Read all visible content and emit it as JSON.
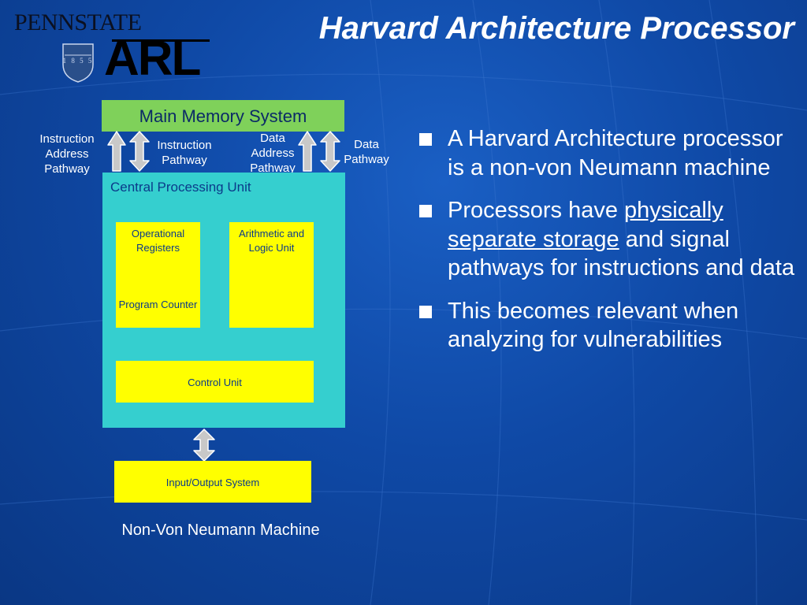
{
  "header": {
    "title": "Harvard Architecture Processor",
    "logo": {
      "word_penn": "PENN",
      "word_state": "STATE",
      "shield_year": "1 8 5 5",
      "arl": "ARL"
    }
  },
  "diagram": {
    "main_memory": "Main Memory System",
    "pathways": {
      "instruction_address": [
        "Instruction",
        "Address",
        "Pathway"
      ],
      "instruction": [
        "Instruction",
        "Pathway"
      ],
      "data_address": [
        "Data",
        "Address",
        "Pathway"
      ],
      "data": [
        "Data",
        "Pathway"
      ]
    },
    "cpu": {
      "label": "Central Processing Unit",
      "registers_label": "Operational Registers",
      "program_counter_label": "Program Counter",
      "alu_label": "Arithmetic and Logic Unit",
      "control_unit_label": "Control Unit"
    },
    "io_system": "Input/Output System",
    "caption": "Non-Von Neumann Machine"
  },
  "bullets": [
    {
      "parts": [
        {
          "text": "A Harvard Architecture processor is a non-von Neumann machine",
          "underline": false
        }
      ]
    },
    {
      "parts": [
        {
          "text": "Processors have ",
          "underline": false
        },
        {
          "text": "physically separate storage",
          "underline": true
        },
        {
          "text": " and signal pathways for instructions and data",
          "underline": false
        }
      ]
    },
    {
      "parts": [
        {
          "text": "This becomes relevant when analyzing for vulnerabilities",
          "underline": false
        }
      ]
    }
  ],
  "colors": {
    "background": "#0f49a6",
    "memory_box": "#7fd15a",
    "cpu_box": "#35cfcf",
    "component_box": "#ffff00",
    "arrow_fill": "#c8c8c8"
  }
}
